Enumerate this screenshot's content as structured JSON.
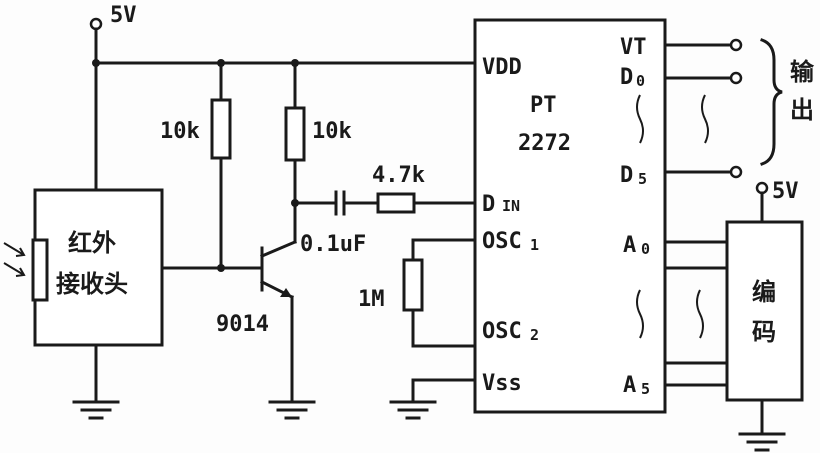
{
  "supply": {
    "main": "5V",
    "encoder": "5V"
  },
  "receiver": {
    "line1": "红外",
    "line2": "接收头"
  },
  "resistors": {
    "r1": "10k",
    "r2": "10k",
    "r_series": "4.7k",
    "r_osc": "1M"
  },
  "capacitor": {
    "c1": "0.1uF"
  },
  "transistor": {
    "model": "9014"
  },
  "ic": {
    "name_line1": "PT",
    "name_line2": "2272",
    "pins_left": {
      "vdd": "VDD",
      "din_d": "D",
      "din_in": "IN",
      "osc1": "OSC",
      "osc1_n": "1",
      "osc2": "OSC",
      "osc2_n": "2",
      "vss": "Vss"
    },
    "pins_right": {
      "vt": "VT",
      "d0": "D",
      "d0_n": "0",
      "d5": "D",
      "d5_n": "5",
      "a0": "A",
      "a0_n": "0",
      "a5": "A",
      "a5_n": "5"
    }
  },
  "output": {
    "char1": "输",
    "char2": "出"
  },
  "encoder_block": {
    "char1": "编",
    "char2": "码"
  }
}
